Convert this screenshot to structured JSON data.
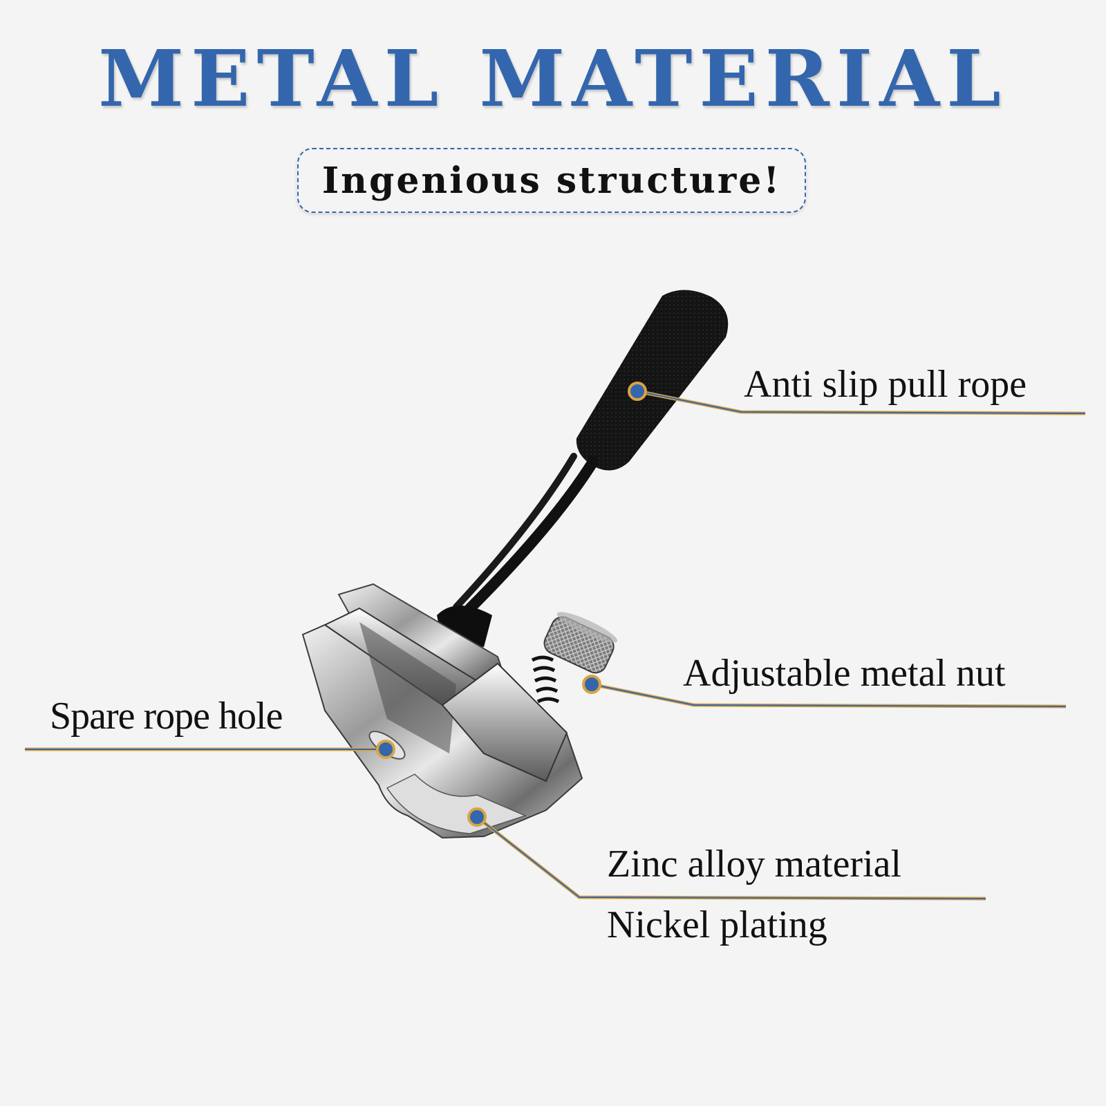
{
  "header": {
    "title": "METAL MATERIAL",
    "subtitle": "Ingenious structure!"
  },
  "callouts": [
    {
      "label": "Anti slip pull rope"
    },
    {
      "label": "Adjustable metal nut"
    },
    {
      "label": "Spare rope hole"
    },
    {
      "label": "Zinc alloy material"
    },
    {
      "label": "Nickel plating"
    }
  ],
  "colors": {
    "accent": "#3466ad",
    "leader_line": "#d9a441",
    "background": "#f4f4f4"
  },
  "product": {
    "icon": "zipper-slider-icon"
  }
}
